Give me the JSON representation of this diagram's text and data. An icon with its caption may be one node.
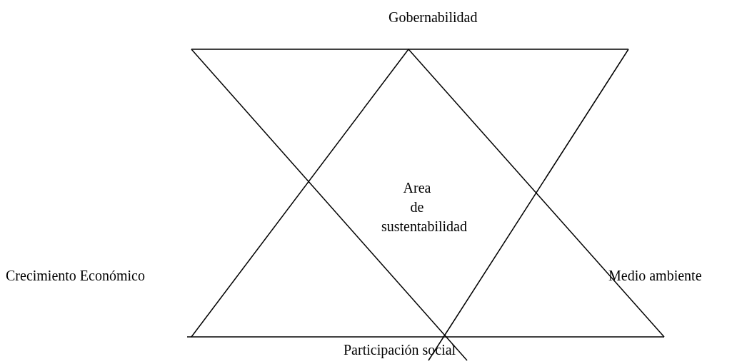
{
  "diagram": {
    "labels": [
      "Gobernabilidad",
      "Area de sustentabilidad",
      "Crecimiento Económico",
      "Medio ambiente",
      "Participación social"
    ]
  }
}
